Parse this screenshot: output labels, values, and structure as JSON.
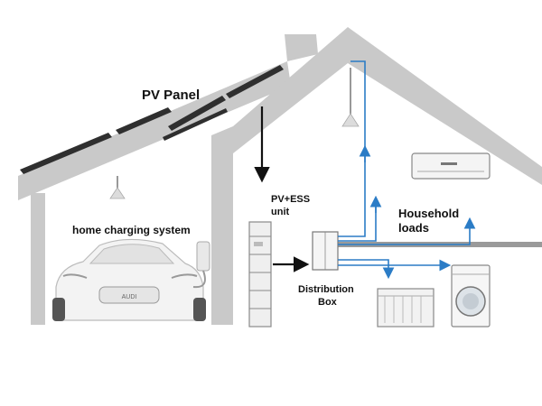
{
  "labels": {
    "pv_panel": "PV Panel",
    "home_charging": "home charging system",
    "pv_ess_line1": "PV+ESS",
    "pv_ess_line2": "unit",
    "distribution_line1": "Distribution",
    "distribution_line2": "Box",
    "household_line1": "Household",
    "household_line2": "loads",
    "car_plate": "AUDI"
  },
  "colors": {
    "house": "#c8c8c8",
    "house_shadow": "#b5b5b5",
    "power_flow": "#111111",
    "household_flow": "#2b7cc6",
    "solar_panel": "#333333",
    "appliance": "#f2f2f2"
  }
}
